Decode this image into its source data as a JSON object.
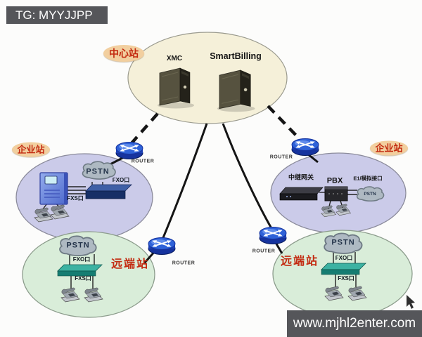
{
  "chrome": {
    "tg_badge": "TG: MYYJJPP",
    "watermark": "www.mjhl2enter.com"
  },
  "stations": {
    "center": {
      "label": "中心站",
      "server1": "XMC",
      "server2": "SmartBilling"
    },
    "enterprise_left": {
      "label": "企业站",
      "pstn": "PSTN",
      "fxo": "FXO口",
      "fxs": "FXS口"
    },
    "enterprise_right": {
      "label": "企业站",
      "gateway": "中继网关",
      "pbx": "PBX",
      "e1": "E1/模拟接口",
      "pstn": "PSTN"
    },
    "remote_left": {
      "label": "远端站",
      "pstn": "PSTN",
      "fxo": "FXO口",
      "fxs": "FXS口"
    },
    "remote_right": {
      "label": "远端站",
      "pstn": "PSTN",
      "fxo": "FXO口",
      "fxs": "FXS口"
    }
  },
  "labels": {
    "router": "ROUTER"
  },
  "colors": {
    "center_station_fill": "#f5f0d9",
    "enterprise_fill": "#cbcbe9",
    "remote_fill": "#d9edd9",
    "station_tag_bg": "#f2cf9f",
    "station_tag_text": "#c32a10",
    "router_blue": "#2f62d8",
    "cloud_gray": "#aeb9c2",
    "chrome_bar_bg": "#55565a",
    "link_black": "#151515"
  }
}
